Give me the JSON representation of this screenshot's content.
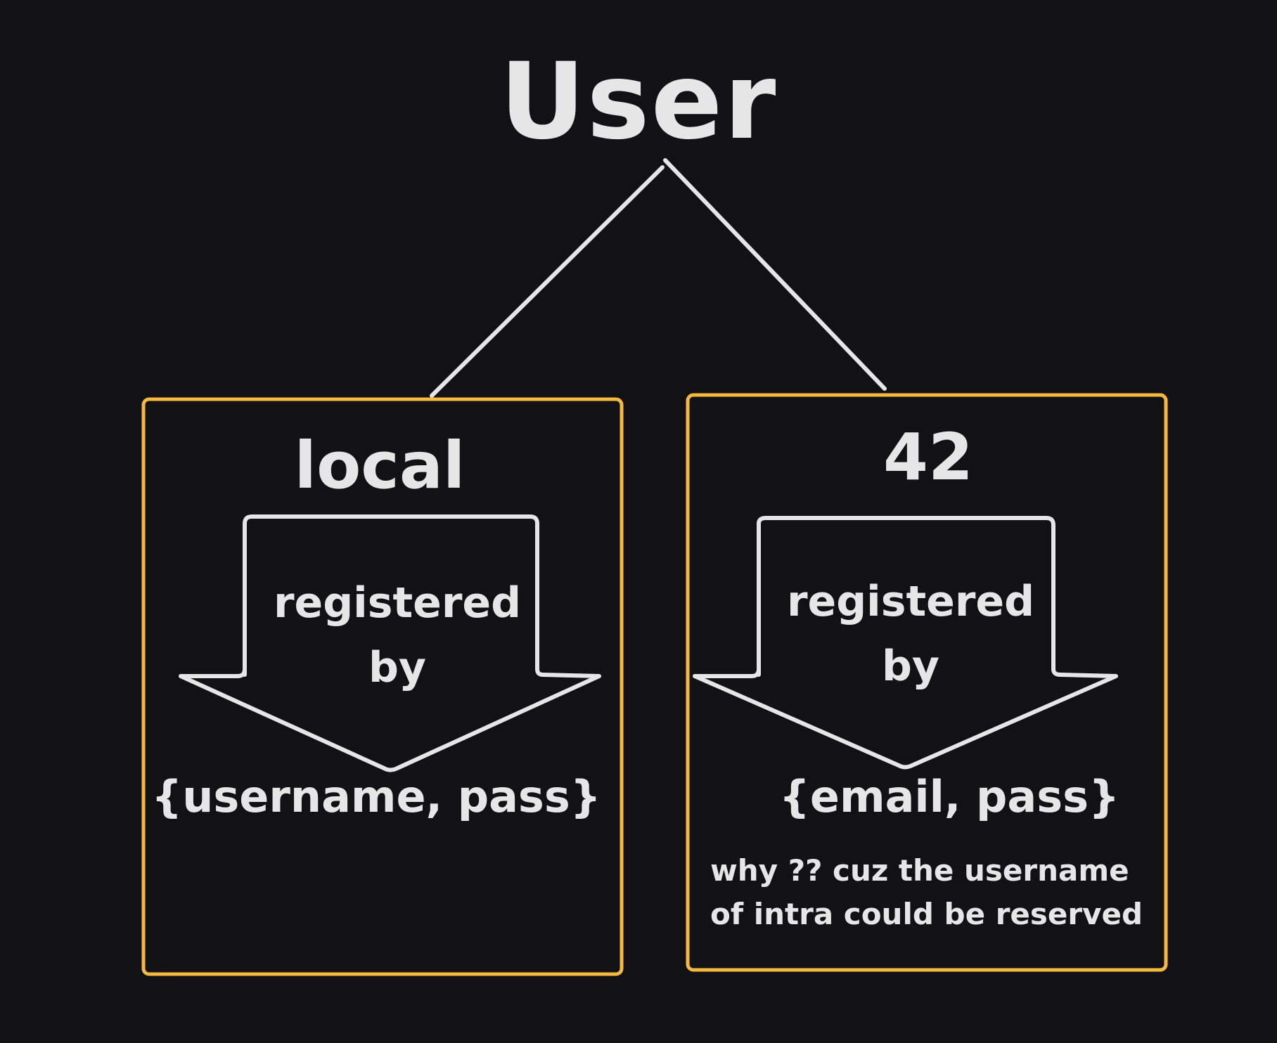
{
  "diagram": {
    "root": {
      "title": "User"
    },
    "boxes": [
      {
        "title": "local",
        "arrow_text": "registered\nby",
        "fields": "{username, pass}"
      },
      {
        "title": "42",
        "arrow_text": "registered\nby",
        "fields": "{email, pass}",
        "note": "why ?? cuz the username of intra could be reserved"
      }
    ],
    "colors": {
      "background": "#121214",
      "stroke": "#e6e6e6",
      "box_border": "#f5b942"
    }
  }
}
